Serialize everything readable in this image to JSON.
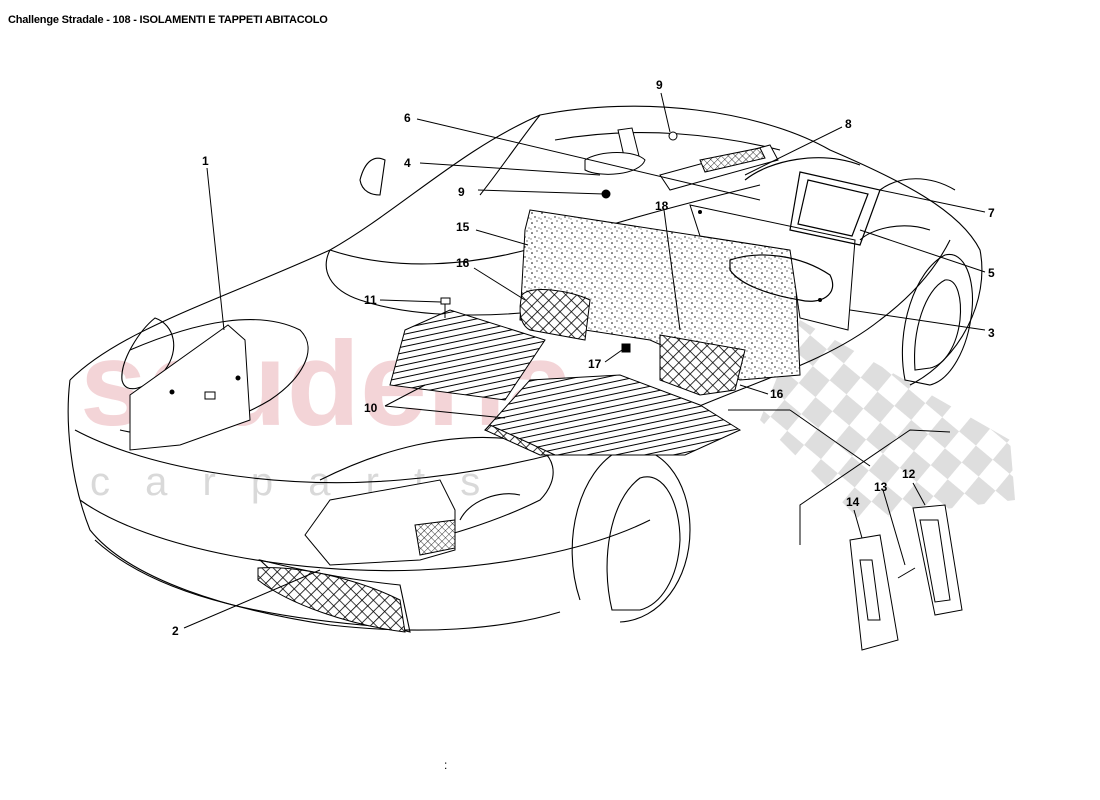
{
  "header": {
    "title": "Challenge Stradale - 108 - ISOLAMENTI E TAPPETI ABITACOLO"
  },
  "watermark": {
    "brand": "scuderia",
    "sub": "c a r  p a r t s",
    "color": "#e8a0a8",
    "check_color": "#bfbfbf"
  },
  "callouts": [
    {
      "id": "c1",
      "label": "1"
    },
    {
      "id": "c2",
      "label": "2"
    },
    {
      "id": "c3",
      "label": "3"
    },
    {
      "id": "c4",
      "label": "4"
    },
    {
      "id": "c5",
      "label": "5"
    },
    {
      "id": "c6",
      "label": "6"
    },
    {
      "id": "c7",
      "label": "7"
    },
    {
      "id": "c8",
      "label": "8"
    },
    {
      "id": "c9a",
      "label": "9"
    },
    {
      "id": "c9b",
      "label": "9"
    },
    {
      "id": "c10",
      "label": "10"
    },
    {
      "id": "c11",
      "label": "11"
    },
    {
      "id": "c12",
      "label": "12"
    },
    {
      "id": "c13",
      "label": "13"
    },
    {
      "id": "c14",
      "label": "14"
    },
    {
      "id": "c15",
      "label": "15"
    },
    {
      "id": "c16a",
      "label": "16"
    },
    {
      "id": "c16b",
      "label": "16"
    },
    {
      "id": "c17",
      "label": "17"
    },
    {
      "id": "c18",
      "label": "18"
    }
  ],
  "stray_mark": ":"
}
